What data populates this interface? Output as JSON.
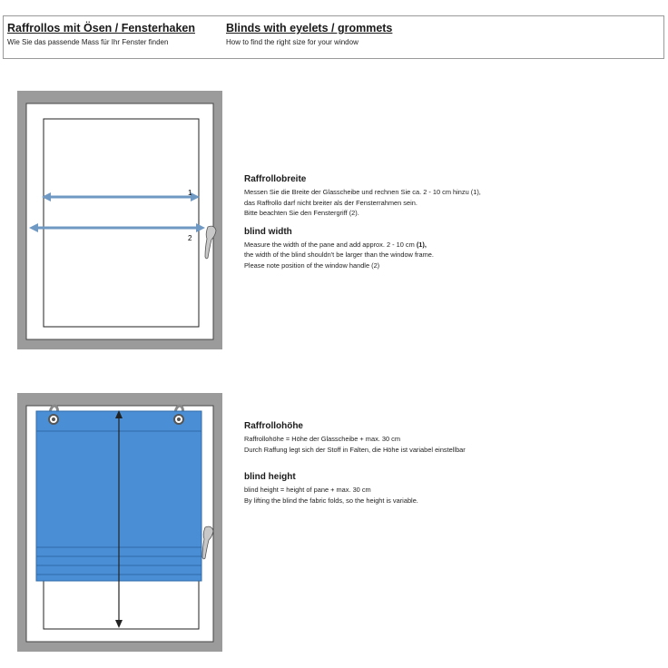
{
  "header": {
    "de_title": "Raffrollos mit Ösen / Fensterhaken",
    "de_subtitle": "Wie Sie das passende Mass für Ihr Fenster finden",
    "en_title": "Blinds with eyelets / grommets",
    "en_subtitle": "How to find the right size for your window"
  },
  "width_section": {
    "marker_1": "1",
    "marker_2": "2",
    "de_heading": "Raffrollobreite",
    "de_lines": [
      "Messen Sie die Breite der Glasscheibe und rechnen Sie ca.  2 - 10 cm hinzu (1),",
      "das Raffrollo darf nicht breiter als der Fensterrahmen sein.",
      "Bitte beachten Sie den Fenstergriff (2)."
    ],
    "en_heading": "blind width",
    "en_line1_main": "Measure the width of the pane  and add approx. 2 - 10 cm ",
    "en_line1_bold": "(1),",
    "en_lines": [
      "the width of the blind shouldn't be larger than the window frame.",
      "Please note position of the window handle (2)"
    ]
  },
  "height_section": {
    "de_heading": "Raffrollohöhe",
    "de_lines": [
      "Raffrollohöhe = Höhe der Glasscheibe +  max. 30 cm",
      "Durch Raffung legt sich der  Stoff in Falten, die Höhe ist variabel einstellbar"
    ],
    "en_heading": "blind height",
    "en_lines": [
      "blind height = height of pane + max. 30 cm",
      "By lifting the blind the  fabric folds, so the height is variable."
    ]
  },
  "colors": {
    "frame": "#9b9b9b",
    "arrow_blue": "#6f98c3",
    "blind_blue": "#4a8fd6",
    "handle": "#b5b5b5"
  }
}
